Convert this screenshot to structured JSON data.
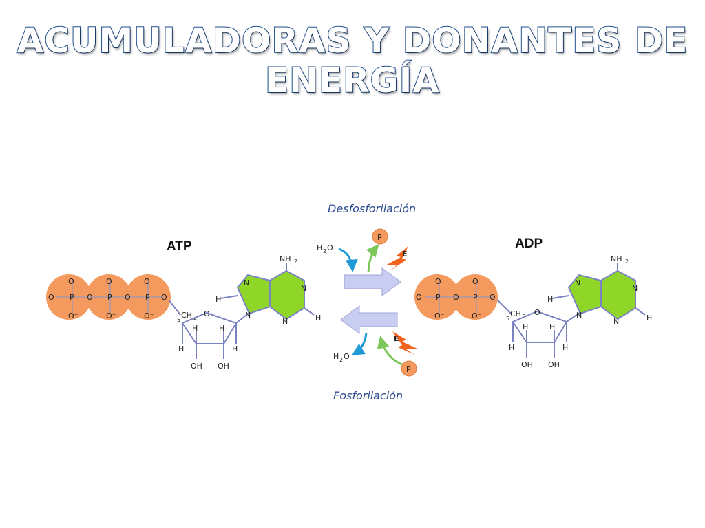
{
  "title": {
    "line1": "ACUMULADORAS Y DONANTES DE",
    "line2": "ENERGÍA"
  },
  "colors": {
    "title_fill": "#ffffff",
    "title_outline": "#1f4e8c",
    "phosphate": "#f49a5e",
    "adenine_ring": "#8fd629",
    "bond": "#7b82c2",
    "arrow": "#c9cdf2",
    "process_label": "#2b4a8f",
    "energy": "#f2621c"
  },
  "diagram": {
    "left_molecule": "ATP",
    "right_molecule": "ADP",
    "top_process": "Desfosforilación",
    "bottom_process": "Fosforilación",
    "water": "H",
    "water_sub": "2",
    "water_o": "O",
    "phosphate_symbol": "P",
    "energy_symbol": "E",
    "atoms": {
      "O": "O",
      "O_minus": "O⁻",
      "P": "P",
      "N": "N",
      "H": "H",
      "NH": "NH",
      "NH_sub": "2",
      "CH": "CH",
      "CH_sub": "2",
      "OH": "OH",
      "five": "5"
    }
  }
}
